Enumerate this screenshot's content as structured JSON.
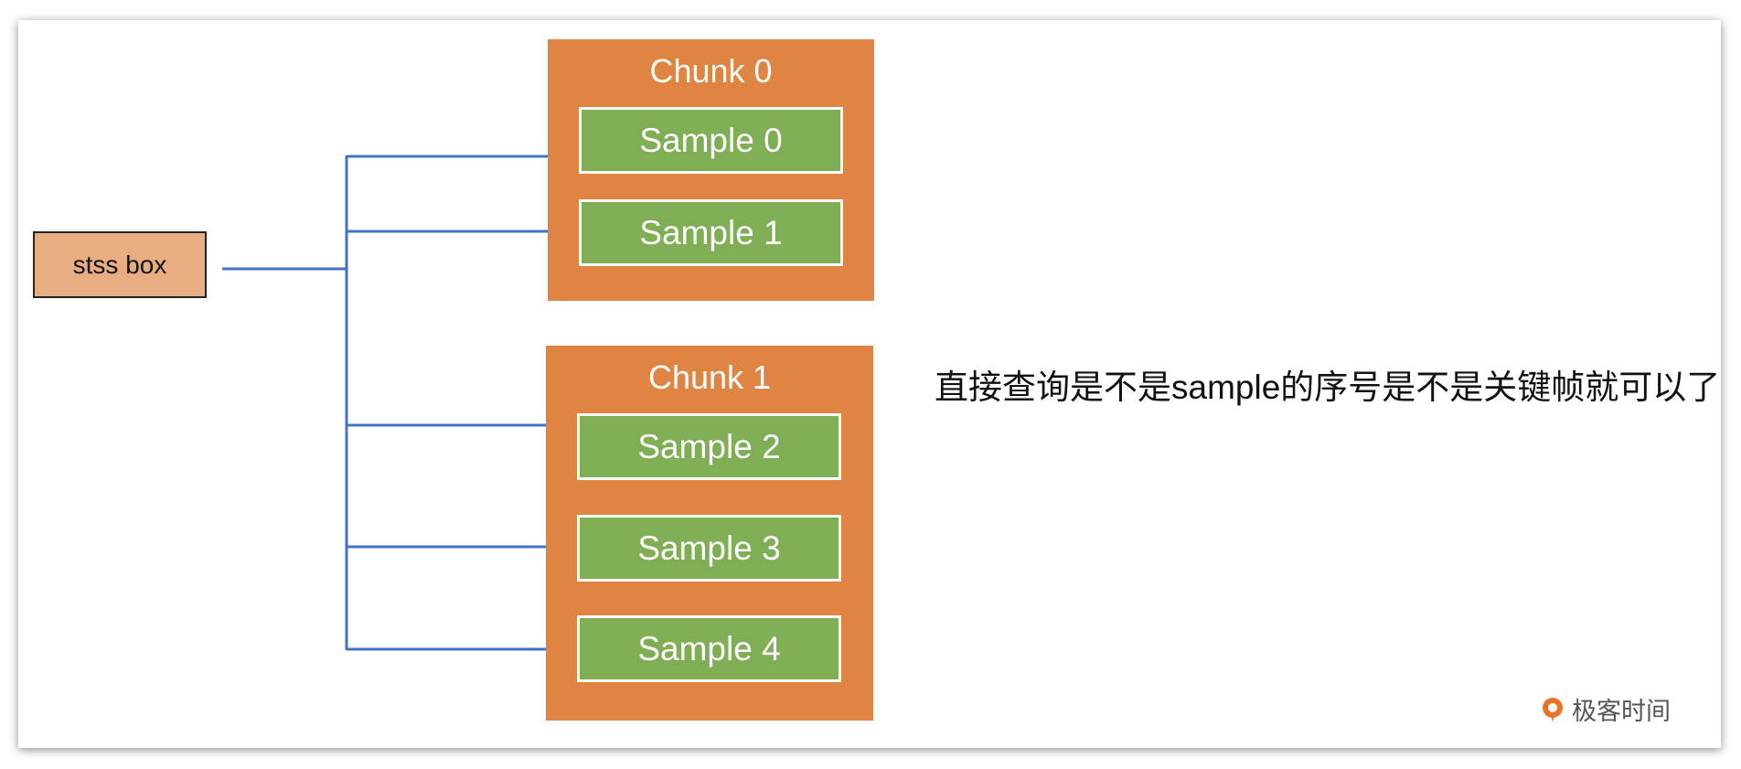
{
  "stss_box": {
    "label": "stss box"
  },
  "chunks": [
    {
      "title": "Chunk 0",
      "samples": [
        "Sample 0",
        "Sample 1"
      ]
    },
    {
      "title": "Chunk 1",
      "samples": [
        "Sample 2",
        "Sample 3",
        "Sample 4"
      ]
    }
  ],
  "note": "直接查询是不是sample的序号是不是关键帧就可以了",
  "logo": {
    "text": "极客时间",
    "icon": "geektime-logo-icon"
  },
  "colors": {
    "chunk": "#df8443",
    "sample": "#7fae55",
    "stss_box": "#e8ae82",
    "connector": "#4472c4"
  }
}
